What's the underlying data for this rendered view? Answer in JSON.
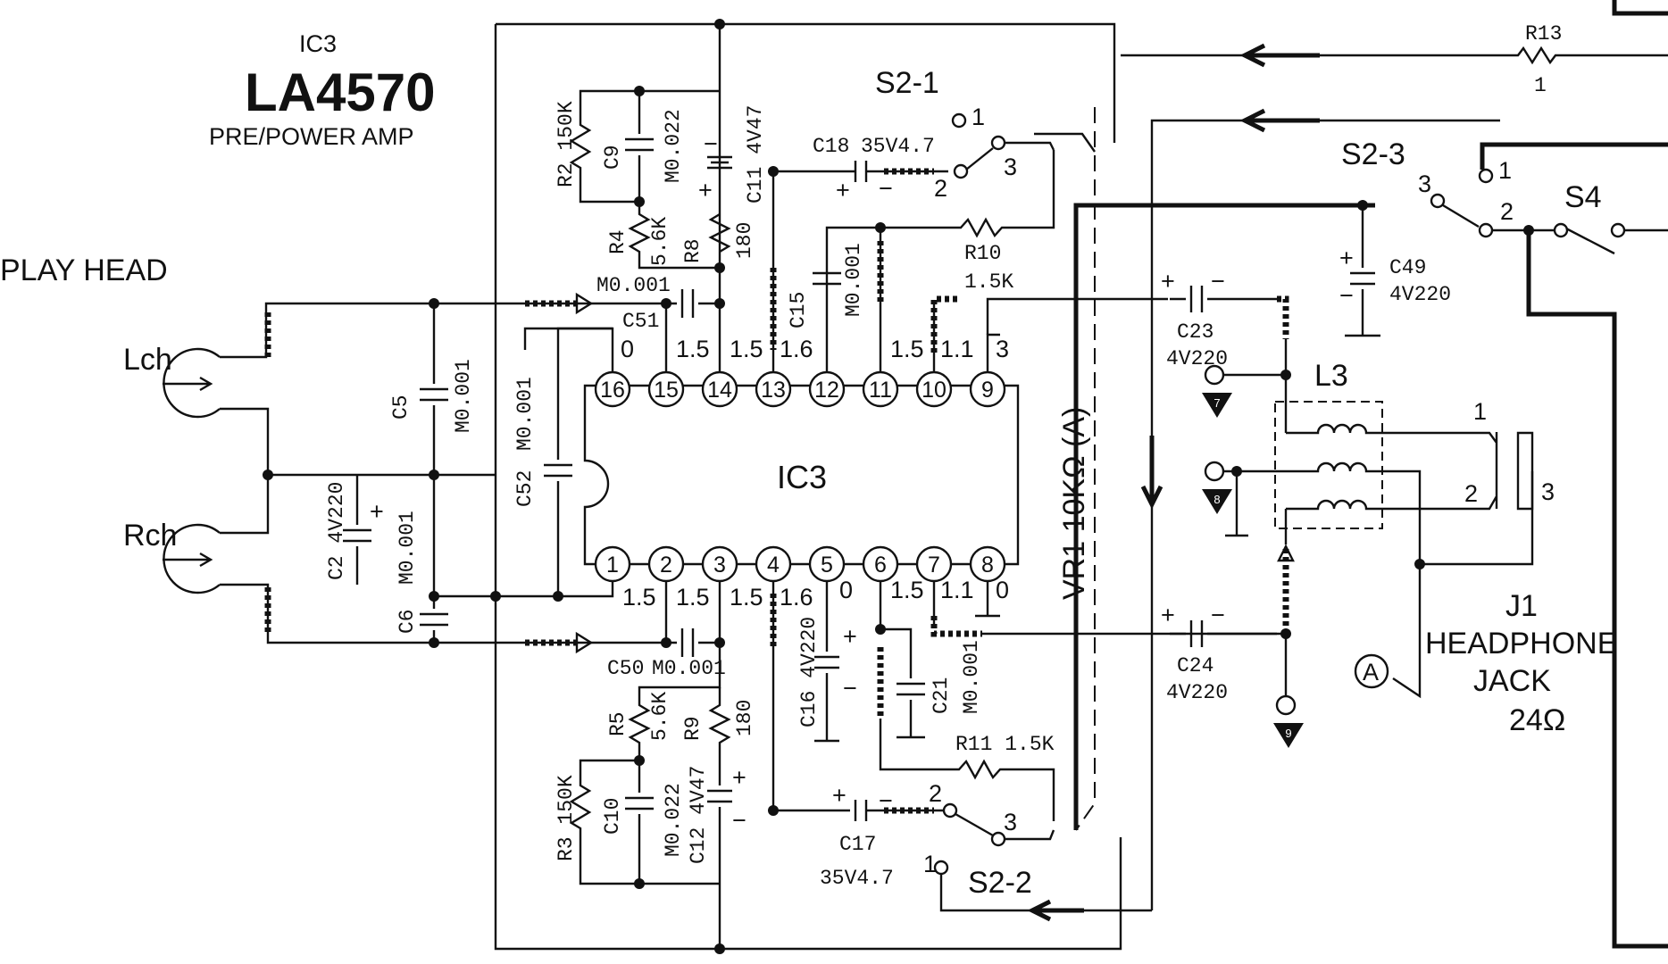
{
  "header": {
    "ic_ref": "IC3",
    "ic_model": "LA4570",
    "ic_function": "PRE/POWER AMP"
  },
  "input": {
    "label": "PLAY HEAD",
    "left": "Lch",
    "right": "Rch"
  },
  "ic": {
    "center_label": "IC3",
    "top_pins": [
      "16",
      "15",
      "14",
      "13",
      "12",
      "11",
      "10",
      "9"
    ],
    "bottom_pins": [
      "1",
      "2",
      "3",
      "4",
      "5",
      "6",
      "7",
      "8"
    ],
    "top_voltages": [
      "0",
      "1.5",
      "1.5",
      "1.6",
      "1.5",
      "1.1",
      "3"
    ],
    "bottom_voltages": [
      "1.5",
      "1.5",
      "1.5",
      "1.6",
      "0",
      "1.5",
      "1.1",
      "0"
    ]
  },
  "components": {
    "r2": "R2 150K",
    "c9": "C9",
    "c9_val": "M0.022",
    "c11": "C11 4V47",
    "r4": "R4",
    "r4_val": "5.6K",
    "r8": "R8",
    "r8_val": "180",
    "c18": "C18",
    "c18_val": "35V4.7",
    "c15": "C15",
    "c15_val": "M0.001",
    "r10": "R10",
    "r10_val": "1.5K",
    "c51": "C51",
    "c51_val": "M0.001",
    "c5": "C5",
    "c5_val": "M0.001",
    "c52": "C52",
    "c52_val": "M0.001",
    "c2": "C2 4V220",
    "c6": "C6",
    "c6_val": "M0.001",
    "c50": "C50",
    "c50_val": "M0.001",
    "c16": "C16 4V220",
    "c21": "C21",
    "c21_val": "M0.001",
    "r5": "R5",
    "r5_val": "5.6K",
    "r9": "R9",
    "r9_val": "180",
    "r3": "R3 150K",
    "c10": "C10",
    "c10_val": "M0.022",
    "c12": "C12 4V47",
    "c17": "C17",
    "c17_val": "35V4.7",
    "r11": "R11 1.5K",
    "vr1": "VR1 10KΩ (A)",
    "c23": "C23",
    "c23_val": "4V220",
    "c24": "C24",
    "c24_val": "4V220",
    "c49": "C49",
    "c49_val": "4V220",
    "l3": "L3",
    "r13": "R13",
    "r13_val": "1",
    "j1_line1": "J1",
    "j1_line2": "HEADPHONE",
    "j1_line3": "JACK",
    "j1_imp": "24Ω"
  },
  "switches": {
    "s2_1": "S2-1",
    "s2_2": "S2-2",
    "s2_3": "S2-3",
    "s4": "S4",
    "pos1": "1",
    "pos2": "2",
    "pos3": "3"
  },
  "test_points": [
    "7",
    "8",
    "9"
  ],
  "marker_a": "A",
  "polarity": {
    "plus": "+",
    "minus": "−"
  }
}
